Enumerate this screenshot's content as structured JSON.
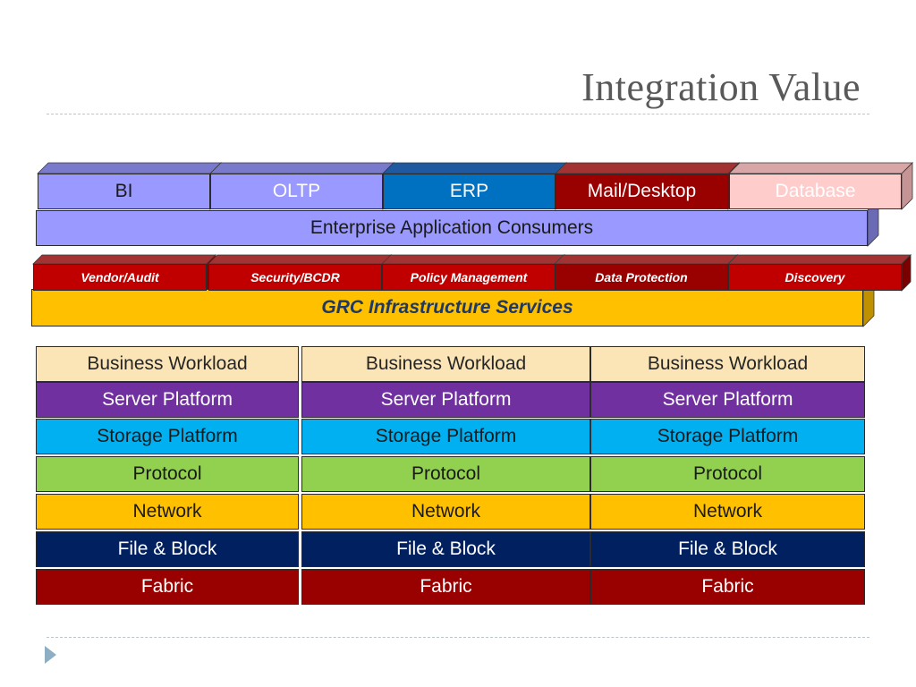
{
  "title": "Integration Value",
  "consumers": {
    "apps": [
      {
        "label": "BI",
        "face": "#9999ff",
        "top": "#7a7acc",
        "side": "#6a6ab5",
        "text": "#1a1a1a"
      },
      {
        "label": "OLTP",
        "face": "#9999ff",
        "top": "#7a7acc",
        "side": "#6a6ab5",
        "text": "#ffffff"
      },
      {
        "label": "ERP",
        "face": "#0070c0",
        "top": "#1f5aa0",
        "side": "#164a85",
        "text": "#ffffff"
      },
      {
        "label": "Mail/Desktop",
        "face": "#990000",
        "top": "#a33333",
        "side": "#770000",
        "text": "#ffffff"
      },
      {
        "label": "Database",
        "face": "#ffcccc",
        "top": "#d8a6a6",
        "side": "#c59595",
        "text": "#ffffff"
      }
    ],
    "base_label": "Enterprise Application Consumers",
    "base_face": "#9999ff",
    "base_side": "#6a6ab5"
  },
  "grc": {
    "services": [
      {
        "label": "Vendor/Audit",
        "face": "#c00000",
        "top": "#a33333",
        "side": "#7a0000"
      },
      {
        "label": "Security/BCDR",
        "face": "#c00000",
        "top": "#a33333",
        "side": "#7a0000"
      },
      {
        "label": "Policy Management",
        "face": "#c00000",
        "top": "#a33333",
        "side": "#7a0000"
      },
      {
        "label": "Data Protection",
        "face": "#990000",
        "top": "#a33333",
        "side": "#700000"
      },
      {
        "label": "Discovery",
        "face": "#c00000",
        "top": "#a33333",
        "side": "#7a0000"
      }
    ],
    "base_label": "GRC Infrastructure Services",
    "base_face": "#ffc000",
    "base_side": "#bf9000",
    "base_text": "#1f3864"
  },
  "stacks": [
    {
      "layers": [
        "Business Workload",
        "Server Platform",
        "Storage Platform",
        "Protocol",
        "Network",
        "File & Block",
        "Fabric"
      ]
    },
    {
      "layers": [
        "Business Workload",
        "Server Platform",
        "Storage Platform",
        "Protocol",
        "Network",
        "File & Block",
        "Fabric"
      ]
    },
    {
      "layers": [
        "Business Workload",
        "Server Platform",
        "Storage Platform",
        "Protocol",
        "Network",
        "File & Block",
        "Fabric"
      ]
    }
  ],
  "layer_colors": [
    {
      "face": "#fbe5b6",
      "text": "#262626"
    },
    {
      "face": "#7030a0",
      "text": "#ffffff"
    },
    {
      "face": "#00b0f0",
      "text": "#1a1a1a"
    },
    {
      "face": "#92d050",
      "text": "#1a1a1a"
    },
    {
      "face": "#ffc000",
      "text": "#1a1a1a"
    },
    {
      "face": "#002060",
      "text": "#ffffff"
    },
    {
      "face": "#990000",
      "text": "#ffffff"
    }
  ]
}
